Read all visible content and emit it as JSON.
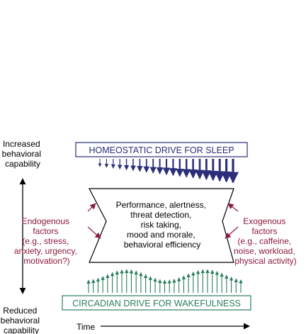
{
  "left_axis": {
    "top_label": [
      "Increased",
      "behavioral",
      "capability"
    ],
    "bottom_label": [
      "Reduced",
      "behavioral",
      "capability"
    ]
  },
  "homeostatic": {
    "label": "HOMEOSTATIC DRIVE FOR SLEEP",
    "color": "#2b2f7a"
  },
  "circadian": {
    "label": "CIRCADIAN DRIVE FOR WAKEFULNESS",
    "color": "#2e7d5b"
  },
  "center_box": {
    "lines": [
      "Performance, alertness,",
      "threat detection,",
      "risk taking,",
      "mood and morale,",
      "behavioral efficiency"
    ]
  },
  "endogenous": {
    "lines": [
      "Endogenous",
      "factors",
      "(e.g., stress,",
      "anxiety, urgency,",
      "motivation?)"
    ],
    "color": "#8b1a3a"
  },
  "exogenous": {
    "lines": [
      "Exogenous",
      "factors",
      "(e.g., caffeine,",
      "noise, workload,",
      "physical activity)"
    ],
    "color": "#8b1a3a"
  },
  "time_axis": {
    "label": "Time"
  }
}
